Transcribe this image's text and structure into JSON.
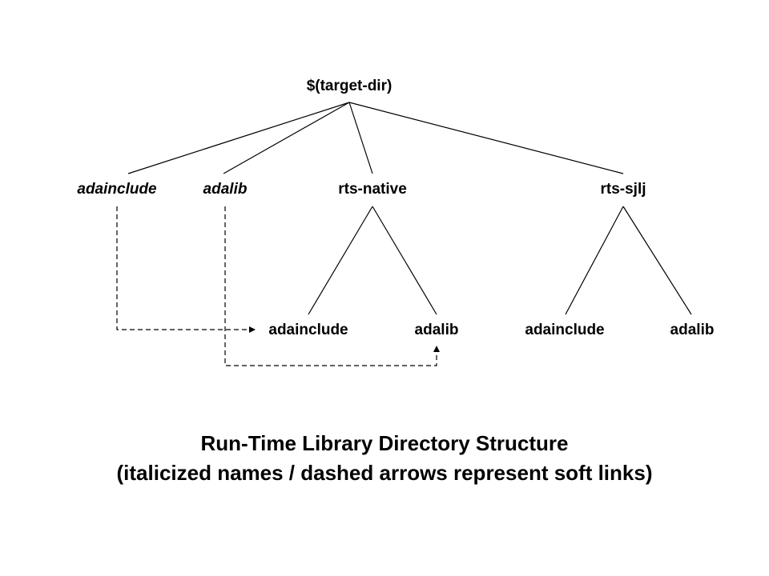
{
  "diagram": {
    "root": "$(target-dir)",
    "level1": [
      {
        "label": "adainclude",
        "italic": true
      },
      {
        "label": "adalib",
        "italic": true
      },
      {
        "label": "rts-native",
        "italic": false
      },
      {
        "label": "rts-sjlj",
        "italic": false
      }
    ],
    "level2": [
      {
        "label": "adainclude",
        "parent": "rts-native"
      },
      {
        "label": "adalib",
        "parent": "rts-native"
      },
      {
        "label": "adainclude",
        "parent": "rts-sjlj"
      },
      {
        "label": "adalib",
        "parent": "rts-sjlj"
      }
    ],
    "soft_links": [
      {
        "from": "adainclude",
        "to": "rts-native/adainclude"
      },
      {
        "from": "adalib",
        "to": "rts-native/adalib"
      }
    ]
  },
  "caption": {
    "line1": "Run-Time Library Directory Structure",
    "line2": "(italicized names / dashed arrows represent soft links)"
  }
}
